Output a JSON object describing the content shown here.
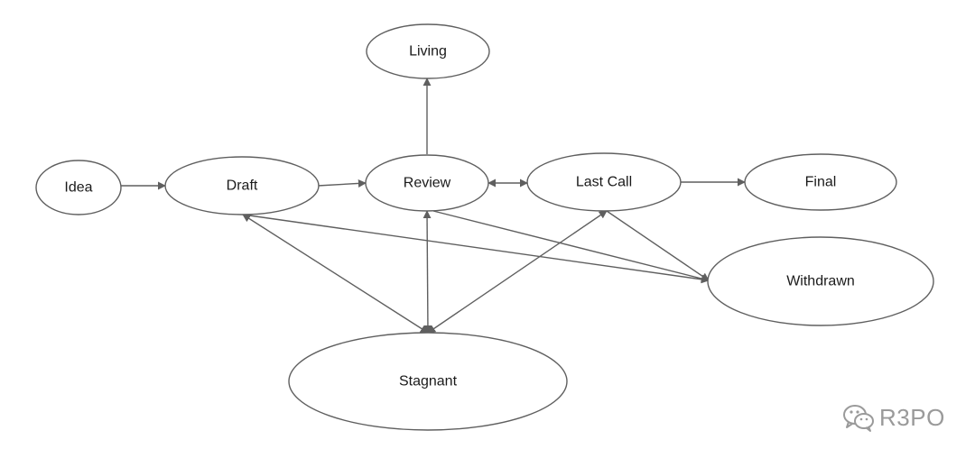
{
  "diagram": {
    "nodes": {
      "idea": {
        "label": "Idea"
      },
      "draft": {
        "label": "Draft"
      },
      "review": {
        "label": "Review"
      },
      "living": {
        "label": "Living"
      },
      "last_call": {
        "label": "Last Call"
      },
      "final": {
        "label": "Final"
      },
      "withdrawn": {
        "label": "Withdrawn"
      },
      "stagnant": {
        "label": "Stagnant"
      }
    },
    "edges": [
      {
        "from": "idea",
        "to": "draft",
        "bidirectional": false
      },
      {
        "from": "draft",
        "to": "review",
        "bidirectional": false
      },
      {
        "from": "review",
        "to": "living",
        "bidirectional": false
      },
      {
        "from": "review",
        "to": "last_call",
        "bidirectional": true
      },
      {
        "from": "last_call",
        "to": "final",
        "bidirectional": false
      },
      {
        "from": "draft",
        "to": "withdrawn",
        "bidirectional": false
      },
      {
        "from": "review",
        "to": "withdrawn",
        "bidirectional": false
      },
      {
        "from": "last_call",
        "to": "withdrawn",
        "bidirectional": false
      },
      {
        "from": "draft",
        "to": "stagnant",
        "bidirectional": true
      },
      {
        "from": "review",
        "to": "stagnant",
        "bidirectional": true
      },
      {
        "from": "last_call",
        "to": "stagnant",
        "bidirectional": true
      }
    ],
    "colors": {
      "stroke": "#5f5f5f",
      "text": "#1a1a1a"
    }
  },
  "watermark": {
    "text": "R3PO",
    "icon": "wechat-icon",
    "color": "#9a9a9a"
  }
}
